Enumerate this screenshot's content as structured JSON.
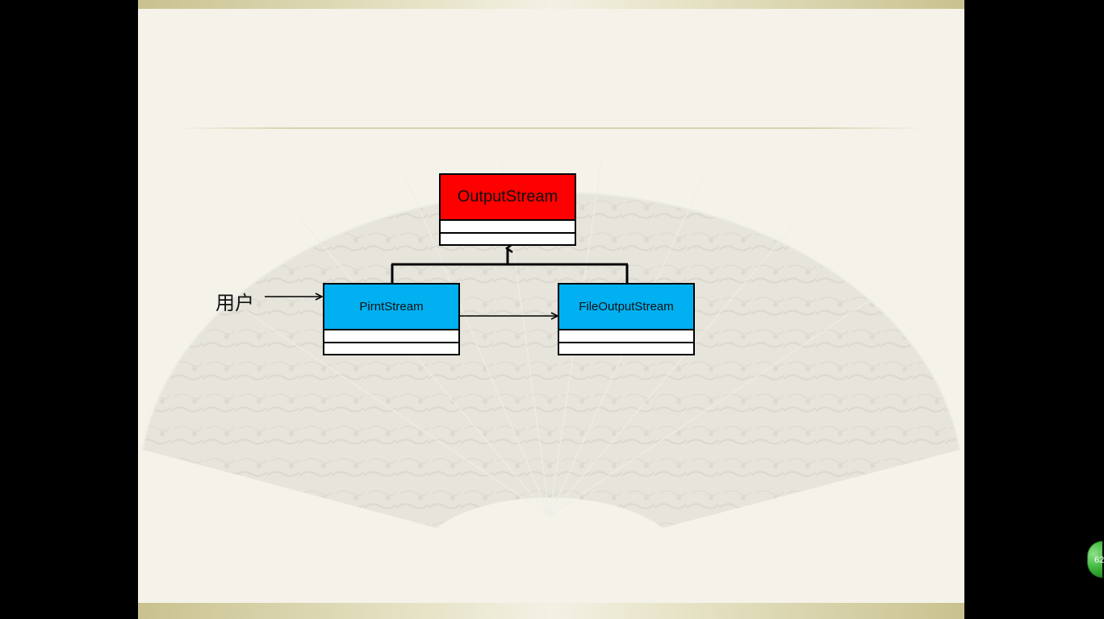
{
  "slide": {
    "page_number": "62"
  },
  "diagram": {
    "user_label": "用户",
    "classes": {
      "output_stream": {
        "name": "OutputStream",
        "fill": "#ff0000"
      },
      "print_stream": {
        "name": "PirntStream",
        "fill": "#00b0f0"
      },
      "file_output_stream": {
        "name": "FileOutputStream",
        "fill": "#00b0f0"
      }
    }
  }
}
